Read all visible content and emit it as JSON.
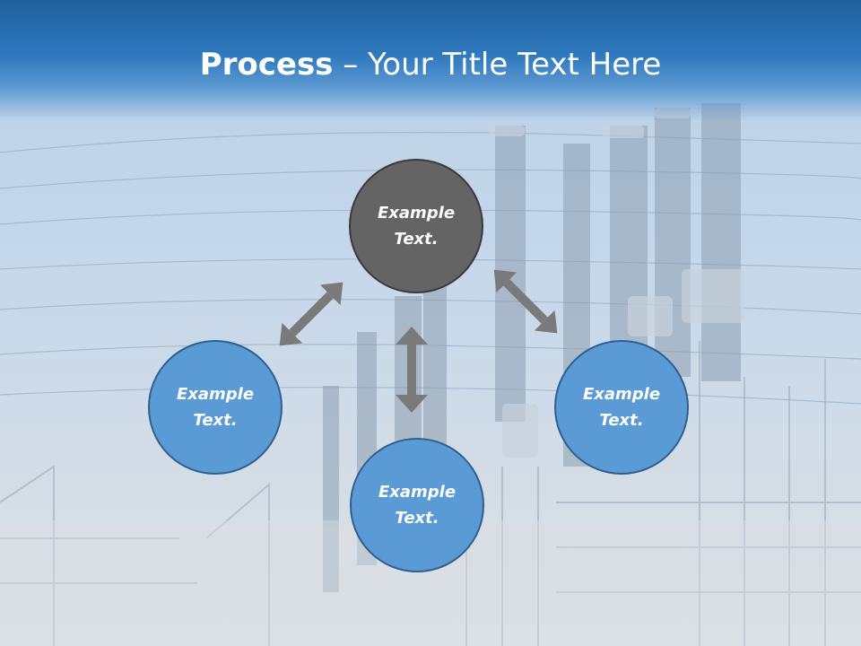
{
  "title": {
    "bold": "Process",
    "rest": " – Your Title Text Here"
  },
  "nodes": {
    "top": "Example\nText.",
    "left": "Example\nText.",
    "right": "Example\nText.",
    "bottom": "Example\nText."
  },
  "colors": {
    "title_bar": "#2e78bd",
    "node_top": "#646464",
    "node_blue": "#5b9bd5",
    "arrow": "#7a7a7a"
  }
}
